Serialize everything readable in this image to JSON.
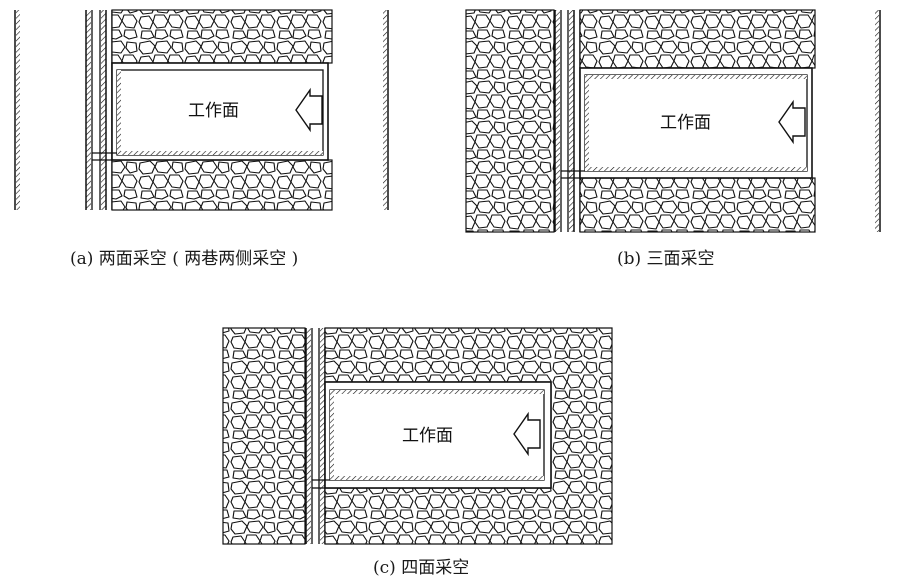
{
  "panels": [
    {
      "id": "a",
      "workface_label": "工作面",
      "caption": "(a) 两面采空 ( 两巷两侧采空 )"
    },
    {
      "id": "b",
      "workface_label": "工作面",
      "caption": "(b) 三面采空"
    },
    {
      "id": "c",
      "workface_label": "工作面",
      "caption": "(c) 四面采空"
    }
  ],
  "colors": {
    "line": "#111111",
    "background": "#ffffff"
  }
}
